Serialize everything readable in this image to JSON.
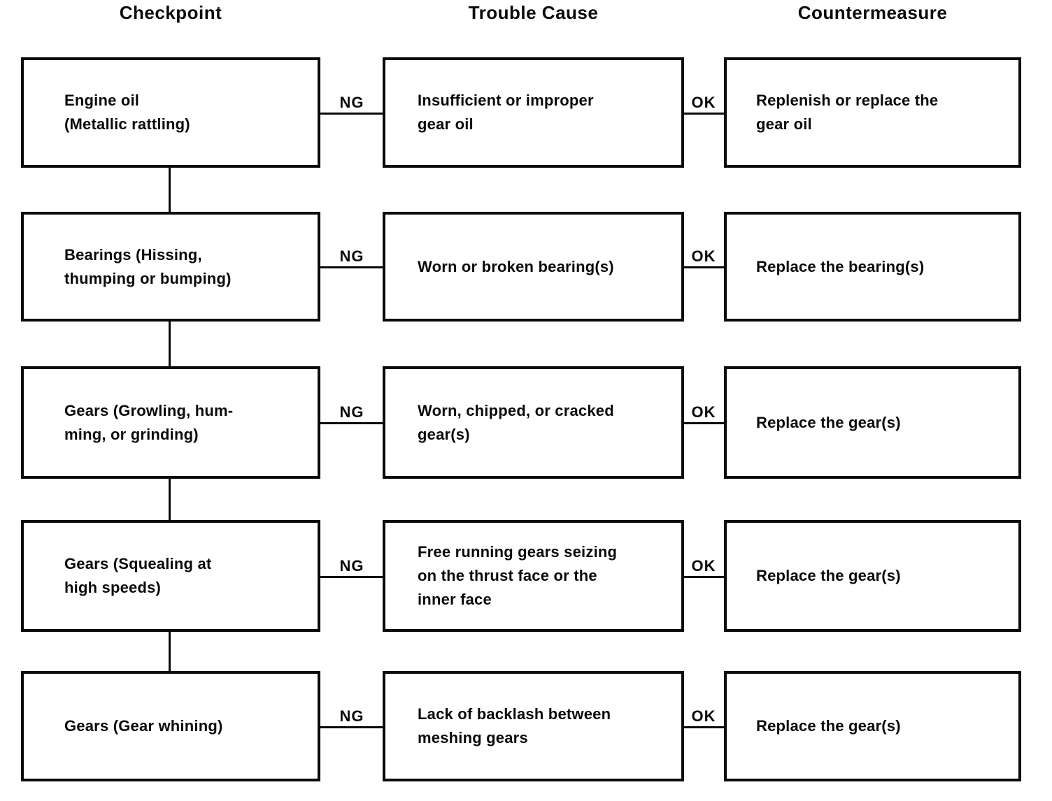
{
  "headers": {
    "checkpoint": "Checkpoint",
    "trouble_cause": "Trouble Cause",
    "countermeasure": "Countermeasure"
  },
  "colors": {
    "ink": "#0a0a0a",
    "background": "#ffffff"
  },
  "rows": [
    {
      "checkpoint": "Engine oil\n(Metallic rattling)",
      "ng": "NG",
      "trouble_cause": "Insufficient or improper\ngear oil",
      "ok": "OK",
      "countermeasure": "Replenish or replace the\ngear oil"
    },
    {
      "checkpoint": "Bearings (Hissing,\nthumping or bumping)",
      "ng": "NG",
      "trouble_cause": "Worn or broken bearing(s)",
      "ok": "OK",
      "countermeasure": "Replace the bearing(s)"
    },
    {
      "checkpoint": "Gears (Growling, hum-\nming, or grinding)",
      "ng": "NG",
      "trouble_cause": "Worn, chipped, or cracked\ngear(s)",
      "ok": "OK",
      "countermeasure": "Replace the gear(s)"
    },
    {
      "checkpoint": "Gears (Squealing at\nhigh speeds)",
      "ng": "NG",
      "trouble_cause": "Free running gears seizing\non the thrust face or the\ninner face",
      "ok": "OK",
      "countermeasure": "Replace the gear(s)"
    },
    {
      "checkpoint": "Gears (Gear whining)",
      "ng": "NG",
      "trouble_cause": "Lack of backlash between\nmeshing gears",
      "ok": "OK",
      "countermeasure": "Replace the gear(s)"
    }
  ]
}
